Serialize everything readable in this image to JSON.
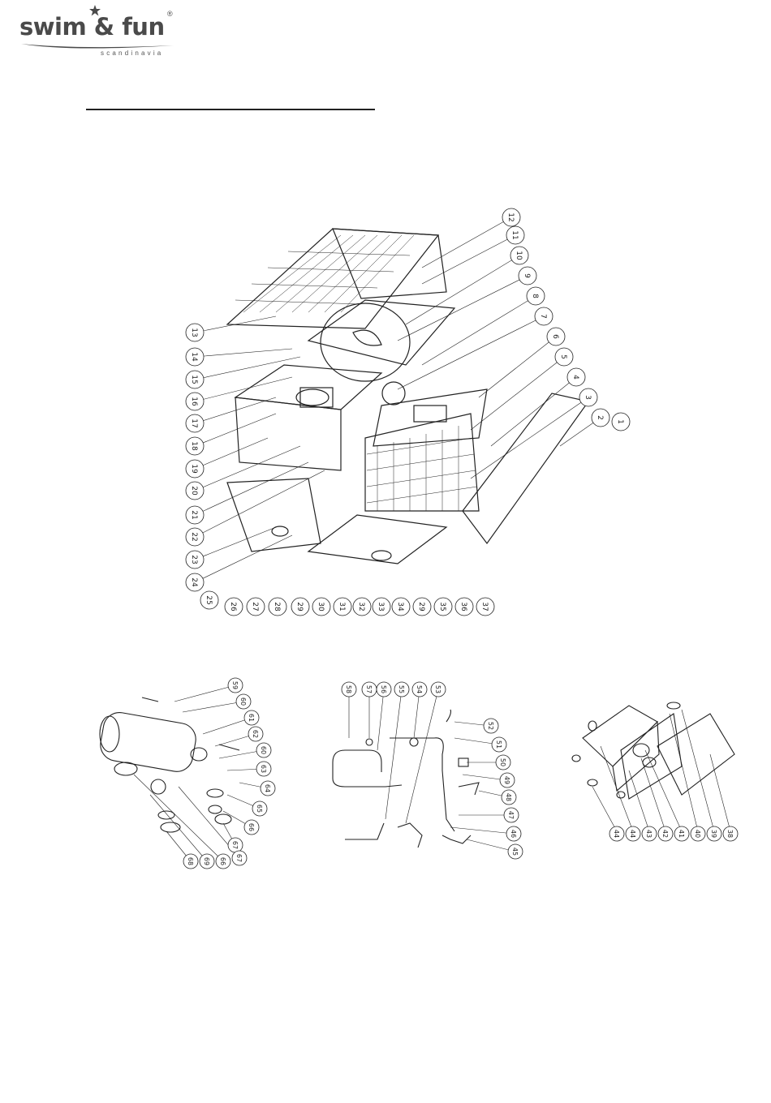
{
  "brand": {
    "name": "swim & fun",
    "registered_mark": "®",
    "tagline": "scandinavia"
  },
  "diagrams": {
    "main_unit_callouts": [
      "12",
      "11",
      "10",
      "9",
      "8",
      "7",
      "6",
      "5",
      "4",
      "3",
      "2",
      "1",
      "13",
      "14",
      "15",
      "16",
      "17",
      "18",
      "19",
      "20",
      "21",
      "22",
      "23",
      "24",
      "25",
      "26",
      "27",
      "28",
      "29",
      "30",
      "31",
      "32",
      "33",
      "34",
      "29",
      "35",
      "36",
      "37"
    ],
    "heat_exchanger_callouts": [
      "59",
      "60",
      "61",
      "62",
      "60",
      "63",
      "64",
      "65",
      "66",
      "67",
      "68",
      "69",
      "66",
      "67"
    ],
    "piping_callouts": [
      "58",
      "57",
      "56",
      "55",
      "54",
      "53",
      "52",
      "51",
      "50",
      "49",
      "48",
      "47",
      "46",
      "45"
    ],
    "control_box_callouts": [
      "38",
      "39",
      "40",
      "41",
      "42",
      "43",
      "44",
      "44"
    ]
  },
  "colors": {
    "ink": "#222222",
    "logo_gray": "#4a4a4a"
  }
}
